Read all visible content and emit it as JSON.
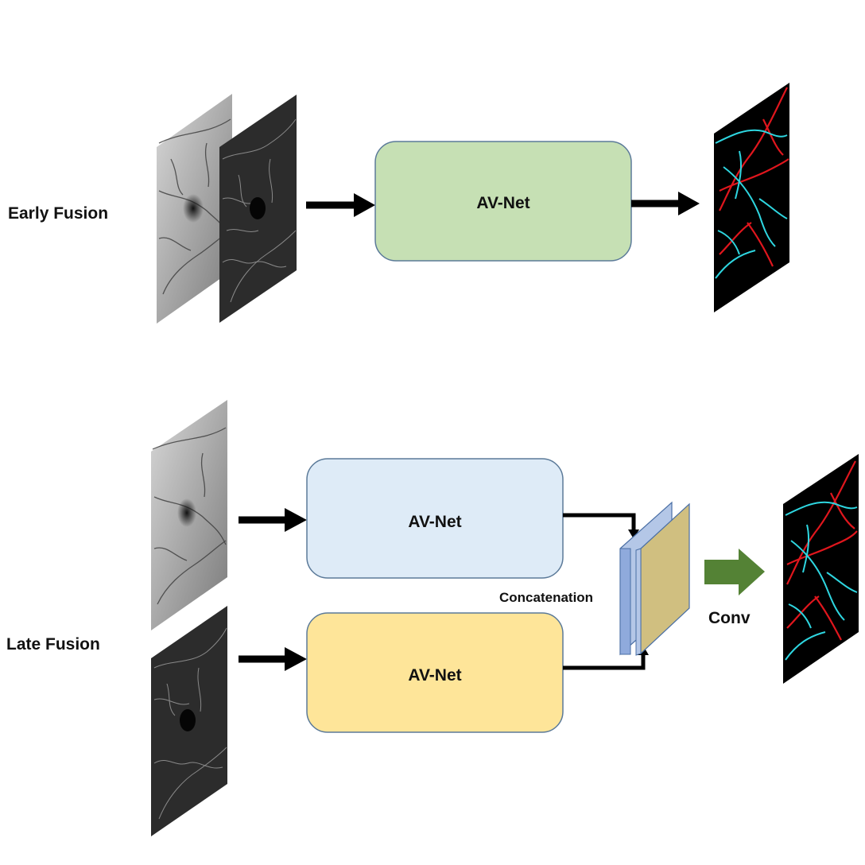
{
  "early": {
    "label": "Early Fusion",
    "net_label": "AV-Net"
  },
  "late": {
    "label": "Late Fusion",
    "net_top_label": "AV-Net",
    "net_bottom_label": "AV-Net",
    "concat_label": "Concatenation",
    "conv_label": "Conv"
  },
  "colors": {
    "early_net_fill": "#c6e0b4",
    "late_net_top_fill": "#deebf7",
    "late_net_bottom_fill": "#fee599",
    "box_stroke": "#5b7a99",
    "concat_blue": "#b4c7e7",
    "concat_tan": "#d0bf80",
    "conv_arrow": "#548235",
    "artery": "#e0161d",
    "vein": "#2ed6e0",
    "arrow": "#000000"
  }
}
